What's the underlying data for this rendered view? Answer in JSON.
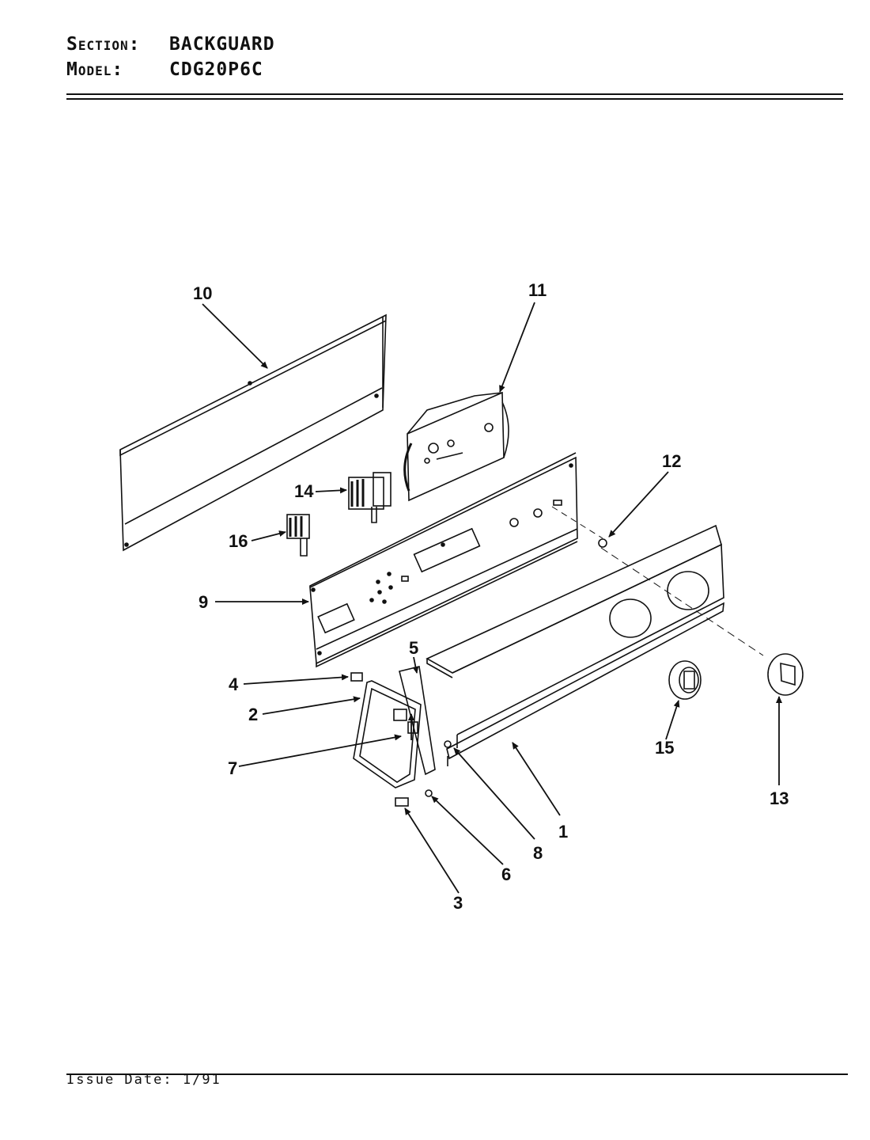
{
  "header": {
    "section_label": "Section:",
    "section_value": "BACKGUARD",
    "model_label": "Model:",
    "model_value": "CDG20P6C"
  },
  "footer": {
    "issue_label": "Issue Date:",
    "issue_value": "1/91"
  },
  "callouts": {
    "c1": "1",
    "c2": "2",
    "c3": "3",
    "c4": "4",
    "c5": "5",
    "c6": "6",
    "c7": "7",
    "c8": "8",
    "c9": "9",
    "c10": "10",
    "c11": "11",
    "c12": "12",
    "c13": "13",
    "c14": "14",
    "c15": "15",
    "c16": "16"
  }
}
